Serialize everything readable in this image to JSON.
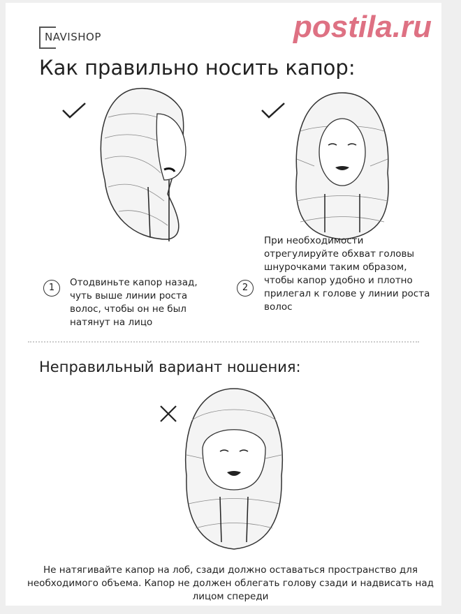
{
  "brand": "NAVISHOP",
  "title": "Как правильно носить капор:",
  "steps": [
    {
      "number": "1",
      "icon": "check-icon",
      "text": "Отодвиньте капор назад, чуть выше линии роста волос, чтобы он не был натянут на лицо"
    },
    {
      "number": "2",
      "icon": "check-icon",
      "text": "При необходимости отрегулируйте обхват головы шнурочками таким образом, чтобы капор удобно и плотно прилегал  к голове у линии роста волос"
    }
  ],
  "wrong": {
    "title": "Неправильный вариант ношения:",
    "icon": "cross-icon",
    "text": "Не натягивайте капор на лоб, сзади должно оставаться пространство для необходимого объема. Капор не должен облегать голову сзади и надвисать над лицом спереди"
  },
  "watermark": "postila.ru",
  "colors": {
    "watermark": "#d9596e",
    "text": "#222222"
  }
}
